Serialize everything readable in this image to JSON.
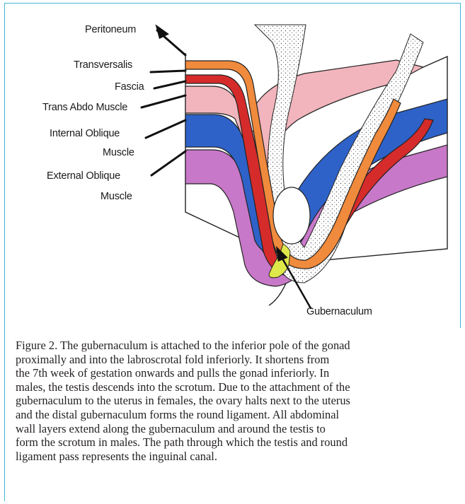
{
  "diagram": {
    "labels": {
      "peritoneum": "Peritoneum",
      "transversalis_line1": "Transversalis",
      "transversalis_line2": "Fascia",
      "trans_abdo": "Trans Abdo Muscle",
      "internal_line1": "Internal Oblique",
      "internal_line2": "Muscle",
      "external_line1": "External Oblique",
      "external_line2": "Muscle",
      "gubernaculum": "Gubernaculum"
    },
    "colors": {
      "peritoneum": "#f08a3c",
      "transversalis_fascia": "#d52b2b",
      "trans_abdo_muscle": "#f2b5bd",
      "internal_oblique": "#2e62c8",
      "external_oblique": "#c878c8",
      "gubernaculum": "#dfe84a",
      "frame": "#46b6d8"
    }
  },
  "caption": {
    "lines": [
      "Figure 2. The gubernaculum is attached to the inferior pole of the gonad",
      "proximally and into the labroscrotal fold inferiorly. It shortens from",
      "the 7th week of gestation onwards and pulls the gonad inferiorly. In",
      "males, the testis descends into the scrotum. Due to the attachment of the",
      "gubernaculum to the uterus in females, the ovary halts next to the uterus",
      "and the distal gubernaculum forms the round ligament. All abdominal",
      "wall layers extend along the gubernaculum and around the testis to",
      "form the scrotum in males. The path through which the testis and round",
      "ligament pass represents the inguinal canal."
    ]
  }
}
